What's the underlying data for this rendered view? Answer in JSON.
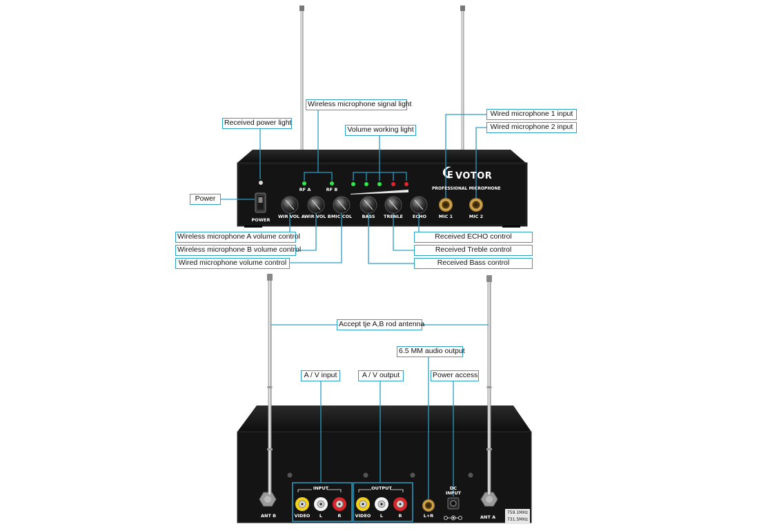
{
  "front_panel": {
    "brand": "VOTOR",
    "brand_initial": "E",
    "subtitle": "PROFESSIONAL MICROPHONE",
    "labels": {
      "power": "POWER",
      "rf_a": "RF A",
      "rf_b": "RF B",
      "wir_vol_a": "WIR VOL A",
      "wir_vol_b": "WIR VOL B",
      "mic_col": "MIC COL",
      "bass": "BASS",
      "treble": "TRENLE",
      "echo": "ECHO",
      "mic1": "MIC 1",
      "mic2": "MIC 2"
    },
    "colors": {
      "green_led": "#2ee84a",
      "red_led": "#e8232a",
      "gold_jack": "#c99a3c"
    }
  },
  "back_panel": {
    "labels": {
      "input": "INPUT",
      "output": "OUTPUT",
      "video_in": "VIDEO",
      "l_in": "L",
      "r_in": "R",
      "video_out": "VIDEO",
      "l_out": "L",
      "r_out": "R",
      "lr": "L+R",
      "dc_input": "DC INPUT",
      "ant_b": "ANT B",
      "ant_a": "ANT A",
      "freq1": "759.1MHz",
      "freq2": "731.5MHz"
    },
    "colors": {
      "yellow": "#f2d21b",
      "white": "#f4f4f4",
      "red": "#d9262b"
    }
  },
  "callouts": {
    "received_power_light": "Received power light",
    "wireless_signal_light": "Wireless microphone signal light",
    "volume_working_light": "Volume working light",
    "wired_mic1_input": "Wired microphone 1 input",
    "wired_mic2_input": "Wired microphone 2 input",
    "power": "Power",
    "wireless_a_volume": "Wireless microphone A volume control",
    "wireless_b_volume": "Wireless microphone B volume control",
    "wired_volume": "Wired microphone volume control",
    "received_echo": "Received ECHO control",
    "received_treble": "Received Treble control",
    "received_bass": "Received Bass control",
    "rod_antenna": "Accept tje A,B rod antenna",
    "audio_output_65": "6.5 MM audio output",
    "av_input": "A / V input",
    "av_output": "A / V output",
    "power_access": "Power access"
  },
  "colors": {
    "callout_border": "#2a9fc8",
    "leader_line": "#2a9fc8",
    "device_body": "#141414"
  }
}
